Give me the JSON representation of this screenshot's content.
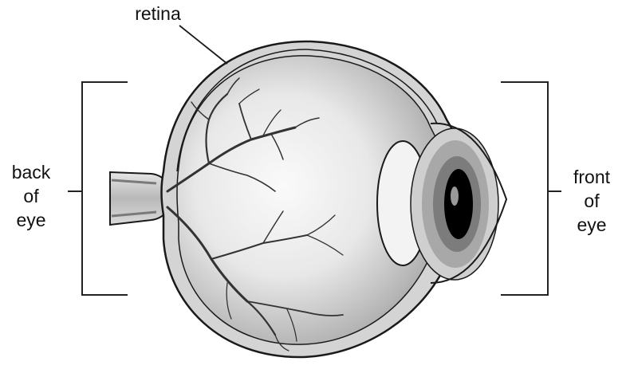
{
  "labels": {
    "retina": "retina",
    "back_of_eye": "back\nof\neye",
    "front_of_eye": "front\nof\neye"
  },
  "colors": {
    "outline": "#1a1a1a",
    "sclera": "#cfcfcf",
    "interior_light": "#f6f6f6",
    "interior_dark": "#8a8a8a",
    "vessel": "#3a3a3a",
    "lens": "#f2f2f2",
    "pupil": "#000000"
  },
  "icons": {
    "eyeball": "eyeball-cross-section-illustration"
  }
}
